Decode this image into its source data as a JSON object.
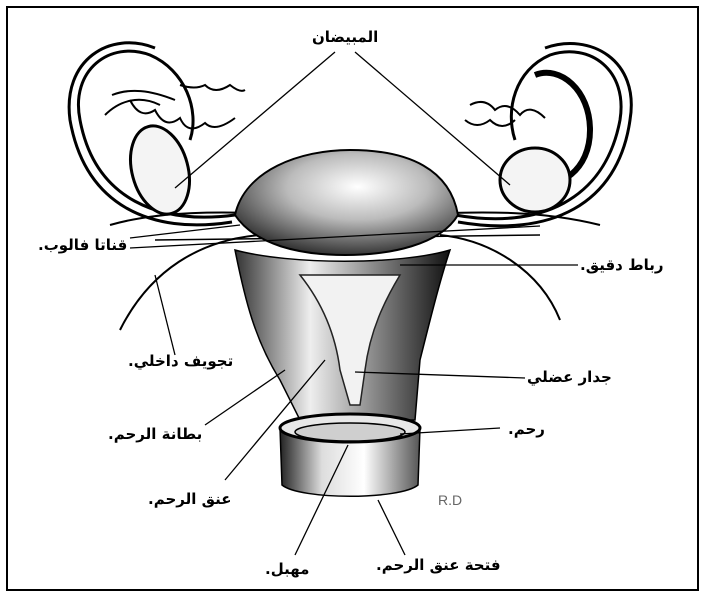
{
  "labels": {
    "ovaries": "المبيضان",
    "fallopian_tubes": "قناتا فالوب.",
    "round_ligament": "رباط دقيق.",
    "inner_cavity": "تجويف داخلي.",
    "muscular_wall": "جدار عضلي",
    "endometrium": "بطانة الرحم.",
    "uterus": "رحم.",
    "cervix": "عنق الرحم.",
    "vagina": "مهبل.",
    "cervical_opening": "فتحة عنق الرحم."
  },
  "signature": "R.D",
  "colors": {
    "ink": "#000000",
    "paper": "#ffffff",
    "shade": "#444444"
  }
}
